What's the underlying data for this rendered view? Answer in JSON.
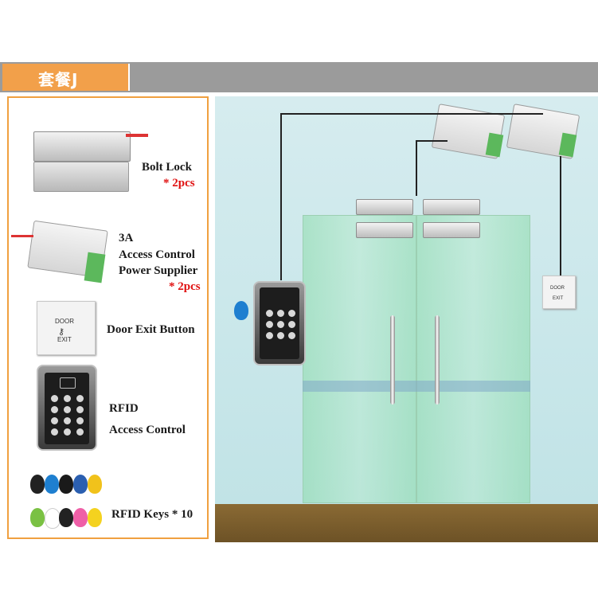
{
  "header": {
    "title": "套餐J"
  },
  "items": [
    {
      "name": "Bolt Lock",
      "qty": "* 2pcs"
    },
    {
      "line1": "3A",
      "line2": "Access Control",
      "line3": "Power Supplier",
      "qty": "* 2pcs"
    },
    {
      "name": "Door Exit Button"
    },
    {
      "line1": "RFID",
      "line2": "Access Control"
    },
    {
      "name": "RFID Keys * 10"
    }
  ],
  "exit_button_text": {
    "top": "DOOR",
    "bottom": "EXIT"
  },
  "colors": {
    "header_tab": "#f2a04a",
    "header_bar": "#9b9b9b",
    "panel_border": "#f0a040",
    "qty_red": "#e01010"
  },
  "fob_colors": [
    "#222222",
    "#1e7fd0",
    "#1a1a1a",
    "#2b5fb0",
    "#f1c21b",
    "#7ac143",
    "#ffffff",
    "#222222",
    "#ef5fa7",
    "#f4d21f"
  ]
}
